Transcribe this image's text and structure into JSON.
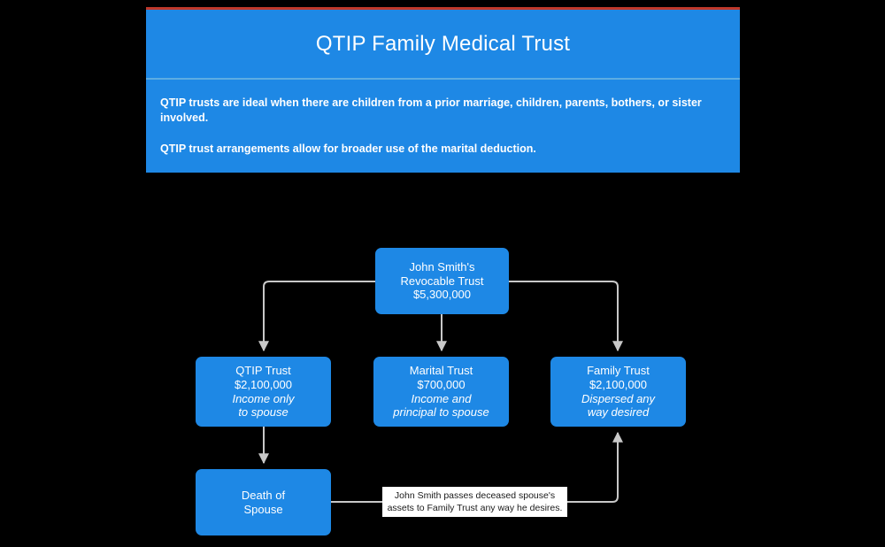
{
  "card": {
    "title": "QTIP Family Medical Trust",
    "paragraphs": [
      "QTIP trusts are ideal when there are children from a prior marriage, children, parents, bothers, or sister involved.",
      "QTIP trust arrangements allow for broader use of the marital deduction."
    ],
    "accent_top_color": "#c0392b",
    "background_color": "#1e88e5",
    "divider_color": "#5dade2"
  },
  "diagram": {
    "node_color": "#1e88e5",
    "node_text_color": "#ffffff",
    "connector_color": "#c8c8c8",
    "background_color": "#000000",
    "nodes": {
      "root": {
        "lines": [
          "John Smith's",
          "Revocable Trust",
          "$5,300,000"
        ],
        "amount": "$5,300,000"
      },
      "qtip": {
        "lines": [
          "QTIP Trust",
          "$2,100,000",
          "Income only",
          "to spouse"
        ],
        "amount": "$2,100,000"
      },
      "marital": {
        "lines": [
          "Marital Trust",
          "$700,000",
          "Income and",
          "principal to spouse"
        ],
        "amount": "$700,000"
      },
      "family": {
        "lines": [
          "Family Trust",
          "$2,100,000",
          "Dispersed any",
          "way desired"
        ],
        "amount": "$2,100,000"
      },
      "death": {
        "lines": [
          "Death of",
          "Spouse"
        ]
      }
    },
    "edge_label": "John Smith passes deceased spouse's assets to Family Trust any way he desires."
  }
}
